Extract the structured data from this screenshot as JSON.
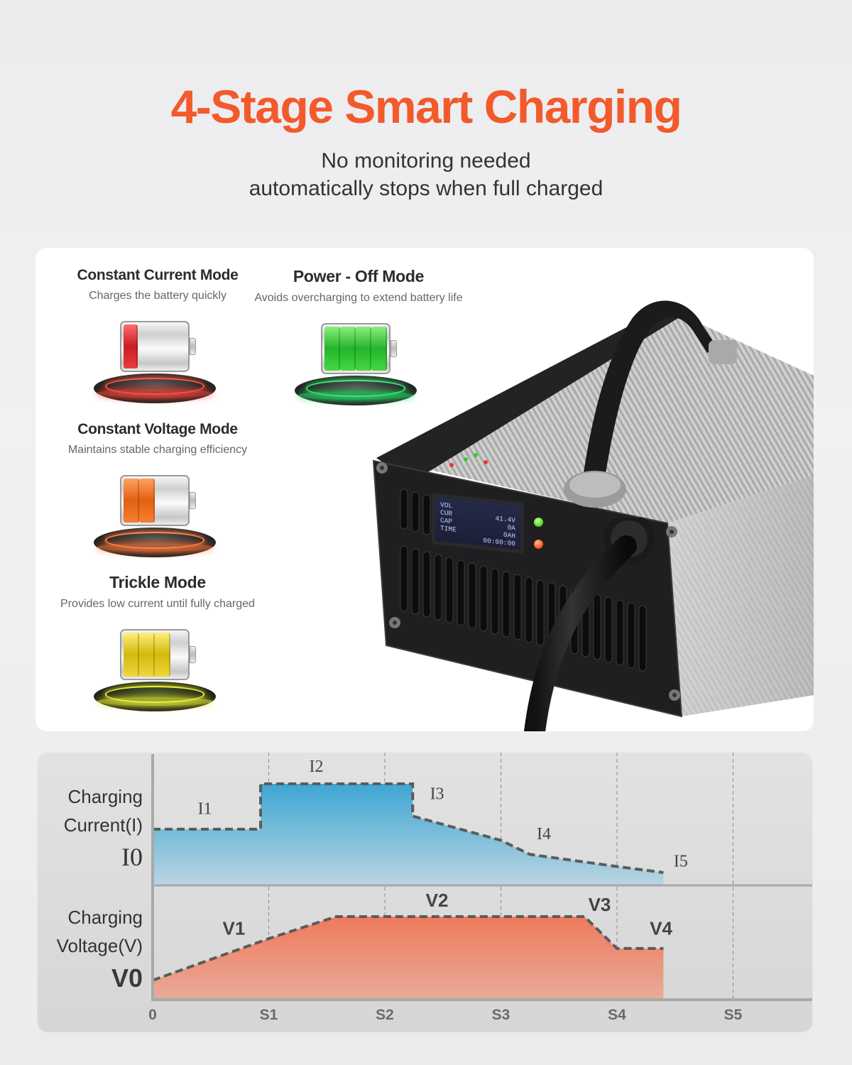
{
  "header": {
    "title": "4-Stage Smart Charging",
    "subtitle_line1": "No monitoring needed",
    "subtitle_line2": "automatically stops when full charged",
    "title_color": "#f25a2c"
  },
  "modes": [
    {
      "title": "Constant Current Mode",
      "description": "Charges the battery quickly",
      "battery_color": "#d6232d",
      "cells_filled": 1,
      "glow_color": "#ff4a3a",
      "icon": "battery-low-icon"
    },
    {
      "title": "Power - Off Mode",
      "description": "Avoids overcharging to extend battery life",
      "battery_color": "#2ec52e",
      "cells_filled": 4,
      "glow_color": "#27e06a",
      "icon": "battery-full-icon"
    },
    {
      "title": "Constant Voltage Mode",
      "description": "Maintains stable charging efficiency",
      "battery_color": "#f2701e",
      "cells_filled": 2,
      "glow_color": "#ff7a2a",
      "icon": "battery-half-icon"
    },
    {
      "title": "Trickle Mode",
      "description": "Provides low current until fully charged",
      "battery_color": "#e4cc1a",
      "cells_filled": 3,
      "glow_color": "#e8f03a",
      "icon": "battery-three-quarter-icon"
    }
  ],
  "device": {
    "display": {
      "labels": [
        "VOL",
        "CUR",
        "CAP",
        "TIME"
      ],
      "values": [
        "41.4V",
        "0A",
        "0AH",
        "00:00:00"
      ]
    },
    "indicator_top_color": "#6fe23a",
    "indicator_bottom_color": "#ff5a2a"
  },
  "chart_data": [
    {
      "type": "area",
      "title": "Charging Current(I)",
      "ylabel_line1": "Charging",
      "ylabel_line2": "Current(I)",
      "y0_label": "I0",
      "x": [
        "0",
        "S1",
        "S2",
        "S3",
        "S4",
        "S5"
      ],
      "series": [
        {
          "name": "Current",
          "points": [
            [
              0,
              0.55
            ],
            [
              0.93,
              0.55
            ],
            [
              0.93,
              1.0
            ],
            [
              2.24,
              1.0
            ],
            [
              2.24,
              0.68
            ],
            [
              3.0,
              0.44
            ],
            [
              3.25,
              0.3
            ],
            [
              4.0,
              0.18
            ],
            [
              4.4,
              0.12
            ]
          ]
        }
      ],
      "annotations": [
        {
          "label": "I1",
          "x": 0.45,
          "y": 0.7
        },
        {
          "label": "I2",
          "x": 1.41,
          "y": 1.12
        },
        {
          "label": "I3",
          "x": 2.45,
          "y": 0.85
        },
        {
          "label": "I4",
          "x": 3.37,
          "y": 0.45
        },
        {
          "label": "I5",
          "x": 4.55,
          "y": 0.18
        }
      ],
      "fill_color": "#3ea6d3",
      "grid": "vertical dashed"
    },
    {
      "type": "area",
      "title": "Charging Voltage(V)",
      "ylabel_line1": "Charging",
      "ylabel_line2": "Voltage(V)",
      "y0_label": "V0",
      "x": [
        "0",
        "S1",
        "S2",
        "S3",
        "S4",
        "S5"
      ],
      "series": [
        {
          "name": "Voltage",
          "points": [
            [
              0,
              0.22
            ],
            [
              1.0,
              0.73
            ],
            [
              1.58,
              1.0
            ],
            [
              3.72,
              1.0
            ],
            [
              4.0,
              0.61
            ],
            [
              4.4,
              0.61
            ]
          ]
        }
      ],
      "annotations": [
        {
          "label": "V1",
          "x": 0.7,
          "y": 0.78
        },
        {
          "label": "V2",
          "x": 2.45,
          "y": 1.12
        },
        {
          "label": "V3",
          "x": 3.85,
          "y": 1.07
        },
        {
          "label": "V4",
          "x": 4.38,
          "y": 0.78
        }
      ],
      "fill_color": "#ee7a5c",
      "grid": "vertical dashed"
    }
  ]
}
